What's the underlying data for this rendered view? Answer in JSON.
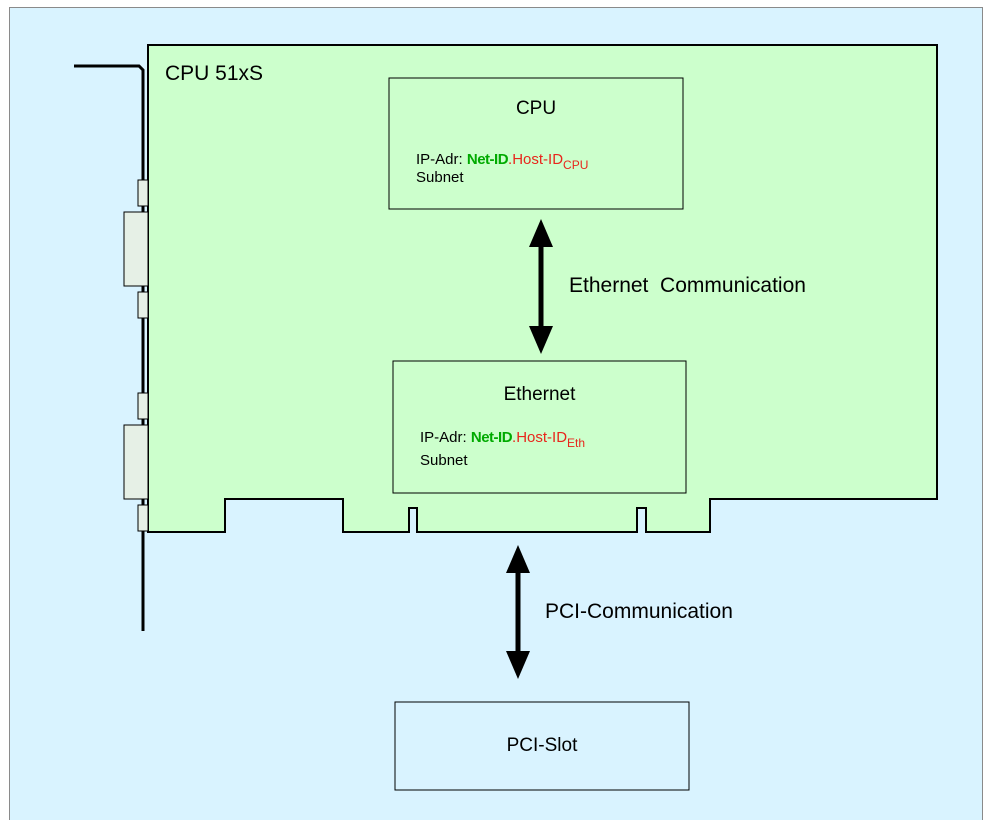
{
  "board": {
    "title": "CPU  51xS"
  },
  "cpu_box": {
    "title": "CPU",
    "ip_label": "IP-Adr:",
    "subnet_label": "Subnet",
    "net_id": "Net-ID",
    "dot": ".",
    "host_id": "Host-ID",
    "host_sub": "CPU"
  },
  "eth_box": {
    "title": "Ethernet",
    "ip_label": "IP-Adr:",
    "subnet_label": "Subnet",
    "net_id": "Net-ID",
    "dot": ".",
    "host_id": "Host-ID",
    "host_sub": "Eth"
  },
  "arrows": {
    "ethernet_label": "Ethernet  Communication",
    "pci_label": "PCI-Communication"
  },
  "pci_slot": {
    "label": "PCI-Slot"
  },
  "colors": {
    "background": "#d9f3ff",
    "board": "#ccffcc",
    "box": "#ccffcc",
    "net_id": "#00aa00",
    "host_id": "#e8261c"
  }
}
